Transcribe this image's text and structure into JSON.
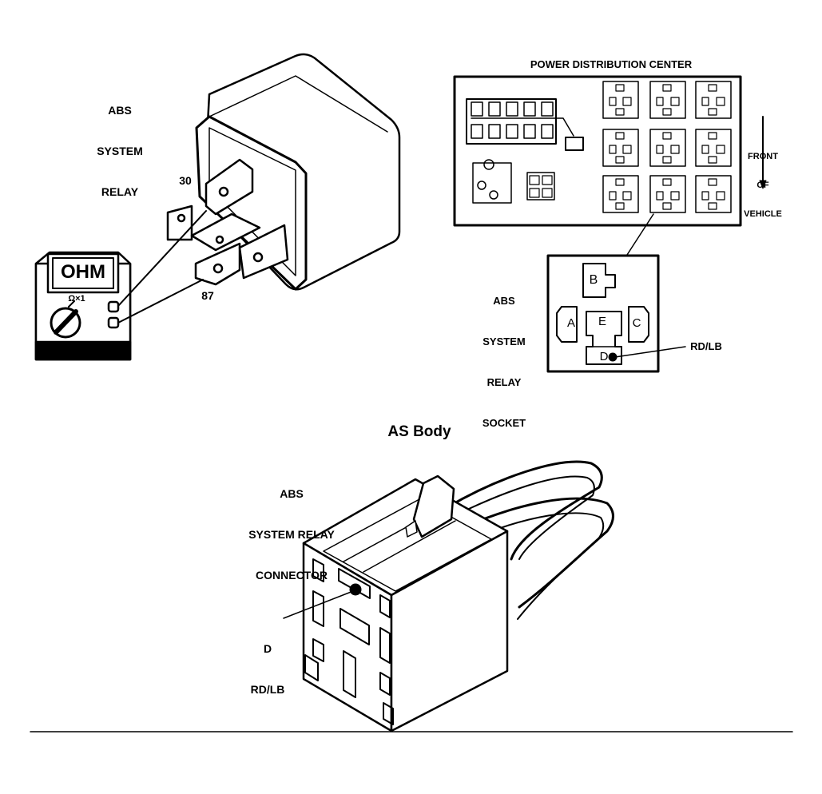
{
  "relay": {
    "title_lines": [
      "ABS",
      "SYSTEM",
      "RELAY"
    ],
    "terminal_30": "30",
    "terminal_87": "87",
    "meter_display": "OHM",
    "meter_range": "Ω×1"
  },
  "pdc": {
    "title": "POWER DISTRIBUTION CENTER",
    "front_label_lines": [
      "FRONT",
      "OF",
      "VEHICLE"
    ]
  },
  "socket": {
    "title_lines": [
      "ABS",
      "SYSTEM",
      "RELAY",
      "SOCKET"
    ],
    "cavities": [
      "B",
      "A",
      "E",
      "C",
      "D"
    ],
    "wire_label": "RD/LB"
  },
  "section_title": "AS Body",
  "connector": {
    "title_lines": [
      "ABS",
      "SYSTEM RELAY",
      "CONNECTOR"
    ],
    "pin_label_lines": [
      "D",
      "RD/LB"
    ]
  },
  "colors": {
    "ink": "#000000",
    "paper": "#ffffff"
  }
}
